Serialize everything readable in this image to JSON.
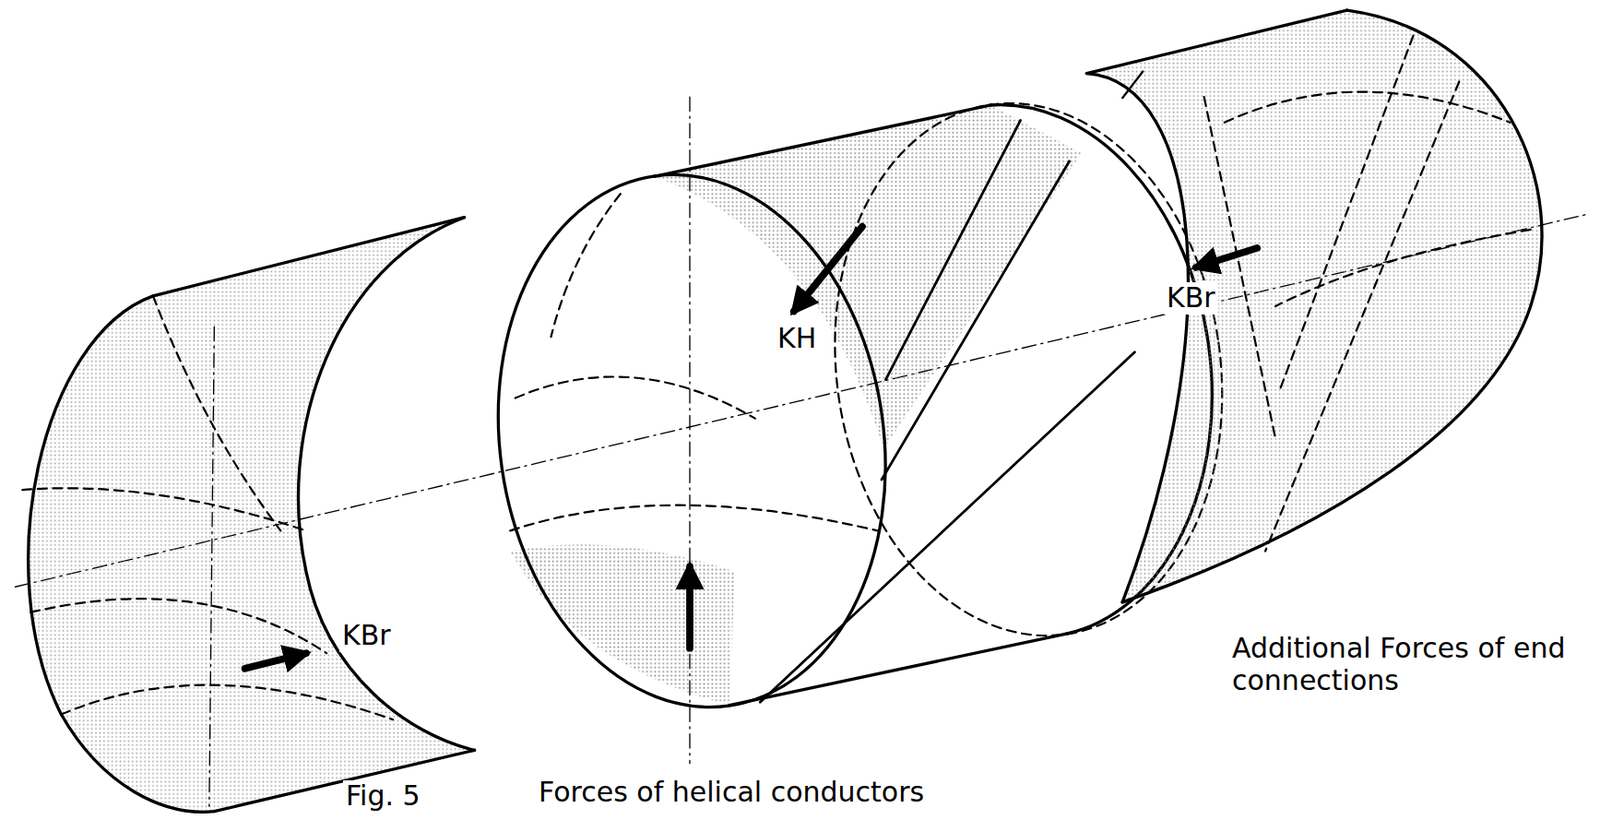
{
  "diagram": {
    "labels": [
      "KH",
      "KBr",
      "KBr",
      "Additional Forces of end connections",
      "Forces of helical conductors",
      "Fig. 5"
    ]
  }
}
